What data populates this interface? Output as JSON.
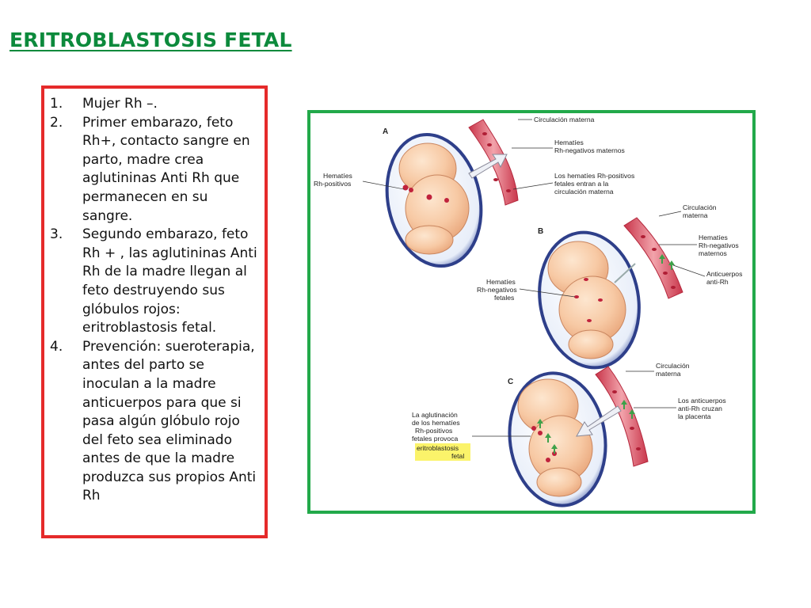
{
  "title": "ERITROBLASTOSIS FETAL",
  "steps": [
    {
      "num": "1.",
      "text": "Mujer Rh –."
    },
    {
      "num": "2.",
      "text": "Primer embarazo, feto Rh+, contacto sangre en parto, madre crea aglutininas Anti Rh que permanecen en su sangre."
    },
    {
      "num": "3.",
      "text": "Segundo embarazo, feto Rh + , las aglutininas Anti Rh de la madre llegan al feto destruyendo sus glóbulos rojos: eritroblastosis fetal."
    },
    {
      "num": "4.",
      "text": "Prevención: sueroterapia, antes del parto se inoculan a la madre anticuerpos para que si pasa algún glóbulo rojo del feto sea eliminado antes de que la madre produzca sus propios Anti Rh"
    }
  ],
  "figure": {
    "panel_a": {
      "letter": "A",
      "circulacion": "Circulación materna",
      "hematies_maternos": [
        "Hematíes",
        "Rh-negativos maternos"
      ],
      "hematies_fetales": [
        "Hematíes",
        "Rh-positivos"
      ],
      "entran": [
        "Los hematíes Rh-positivos",
        "fetales entran a la",
        "circulación materna"
      ]
    },
    "panel_b": {
      "letter": "B",
      "circulacion": [
        "Circulación",
        "materna"
      ],
      "hematies_maternos": [
        "Hematíes",
        "Rh-negativos",
        "maternos"
      ],
      "anticuerpos": [
        "Anticuerpos",
        "anti-Rh"
      ],
      "hematies_fetales": [
        "Hematíes",
        "Rh-negativos",
        "fetales"
      ]
    },
    "panel_c": {
      "letter": "C",
      "circulacion": [
        "Circulación",
        "materna"
      ],
      "cruzan": [
        "Los anticuerpos",
        "anti-Rh cruzan",
        "la placenta"
      ],
      "aglutinacion": [
        "La aglutinación",
        "de los hematíes",
        "Rh-positivos",
        "fetales provoca"
      ],
      "highlight": [
        "eritroblastosis",
        "fetal"
      ]
    }
  },
  "colors": {
    "title": "#0c8a3c",
    "text_border": "#e52a2a",
    "figure_border": "#22a94a"
  }
}
